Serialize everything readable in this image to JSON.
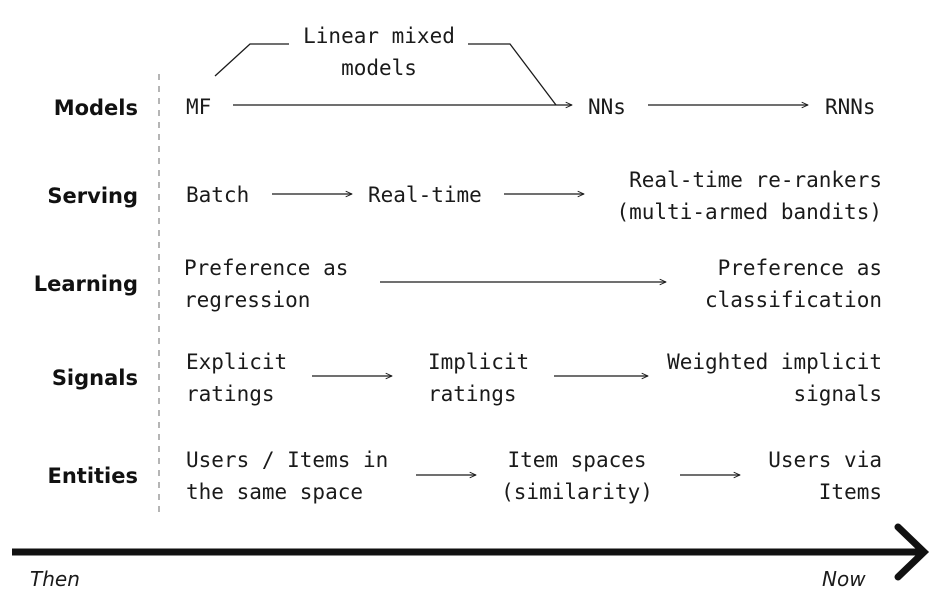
{
  "rows": {
    "models": {
      "label": "Models",
      "mf": "MF",
      "lmm": [
        "Linear mixed",
        "models"
      ],
      "nns": "NNs",
      "rnns": "RNNs"
    },
    "serving": {
      "label": "Serving",
      "batch": "Batch",
      "realtime": "Real-time",
      "rerankers": [
        "Real-time re-rankers",
        "(multi-armed bandits)"
      ]
    },
    "learning": {
      "label": "Learning",
      "regression": [
        "Preference as",
        "regression"
      ],
      "classification": [
        "Preference as",
        "classification"
      ]
    },
    "signals": {
      "label": "Signals",
      "explicit": [
        "Explicit",
        "ratings"
      ],
      "implicit": [
        "Implicit",
        "ratings"
      ],
      "weighted": [
        "Weighted implicit",
        "signals"
      ]
    },
    "entities": {
      "label": "Entities",
      "same_space": [
        "Users / Items in",
        "the same space"
      ],
      "item_spaces": [
        "Item spaces",
        "(similarity)"
      ],
      "via_items": [
        "Users via",
        "Items"
      ]
    }
  },
  "timeline": {
    "start": "Then",
    "end": "Now"
  }
}
